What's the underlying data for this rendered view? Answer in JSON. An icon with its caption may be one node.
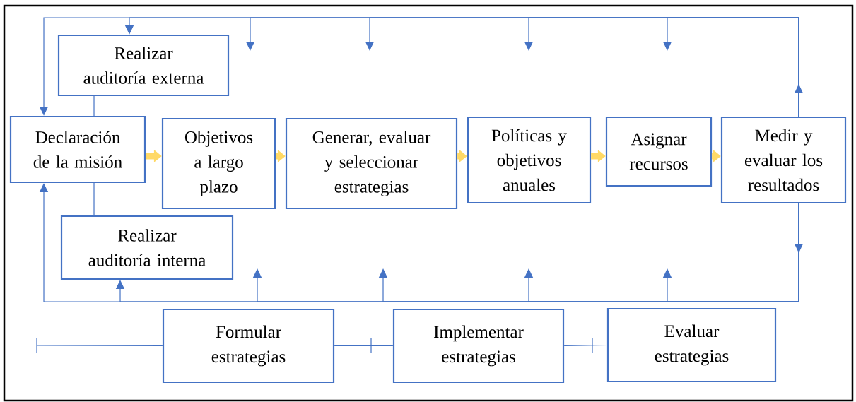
{
  "diagram": {
    "nodes": [
      {
        "text": [
          "Realizar auditoría externa"
        ]
      },
      {
        "text": [
          "Declaración de la misión"
        ]
      },
      {
        "text": [
          "Objetivos a largo plazo"
        ]
      },
      {
        "text": [
          "Generar, evaluar y seleccionar estrategias"
        ]
      },
      {
        "text": [
          "Políticas y objetivos anuales"
        ]
      },
      {
        "text": [
          "Asignar recursos"
        ]
      },
      {
        "text": [
          "Medir y evaluar los resultados"
        ]
      },
      {
        "text": [
          "Realizar auditoría interna"
        ]
      },
      {
        "text": [
          "Formular estrategias"
        ]
      },
      {
        "text": [
          "Implementar estrategias"
        ]
      },
      {
        "text": [
          "Evaluar estrategias"
        ]
      }
    ],
    "edges": [
      {
        "from": 1,
        "to": 2,
        "arrow": "to",
        "style": "thick",
        "color": "#ffd966"
      },
      {
        "from": 2,
        "to": 3,
        "arrow": "to",
        "style": "thick",
        "color": "#ffd966"
      },
      {
        "from": 3,
        "to": 4,
        "arrow": "to",
        "style": "thick",
        "color": "#ffd966"
      },
      {
        "from": 4,
        "to": 5,
        "arrow": "to",
        "style": "thick",
        "color": "#ffd966"
      },
      {
        "from": 5,
        "to": 6,
        "arrow": "to",
        "style": "thick",
        "color": "#ffd966"
      },
      {
        "from": 0,
        "to": 1,
        "arrow": "none"
      },
      {
        "from": 1,
        "to": 7,
        "arrow": "none"
      },
      {
        "from": null,
        "to": 8,
        "arrow": "none"
      },
      {
        "from": 8,
        "to": 9,
        "arrow": "none"
      },
      {
        "from": 9,
        "to": 10,
        "arrow": "none"
      },
      {
        "from": 6,
        "to": 1,
        "arrow": "to"
      },
      {
        "from": 6,
        "to": 0,
        "arrow": "to"
      },
      {
        "from": 6,
        "to": null,
        "arrow": "to"
      },
      {
        "from": 6,
        "to": null,
        "arrow": "to"
      },
      {
        "from": 6,
        "to": null,
        "arrow": "to"
      },
      {
        "from": 6,
        "to": null,
        "arrow": "to"
      },
      {
        "from": 6,
        "to": 1,
        "arrow": "to"
      },
      {
        "from": 6,
        "to": 7,
        "arrow": "to"
      },
      {
        "from": 6,
        "to": null,
        "arrow": "to"
      },
      {
        "from": 6,
        "to": null,
        "arrow": "to"
      },
      {
        "from": 6,
        "to": null,
        "arrow": "to"
      },
      {
        "from": 6,
        "to": null,
        "arrow": "to"
      }
    ]
  }
}
